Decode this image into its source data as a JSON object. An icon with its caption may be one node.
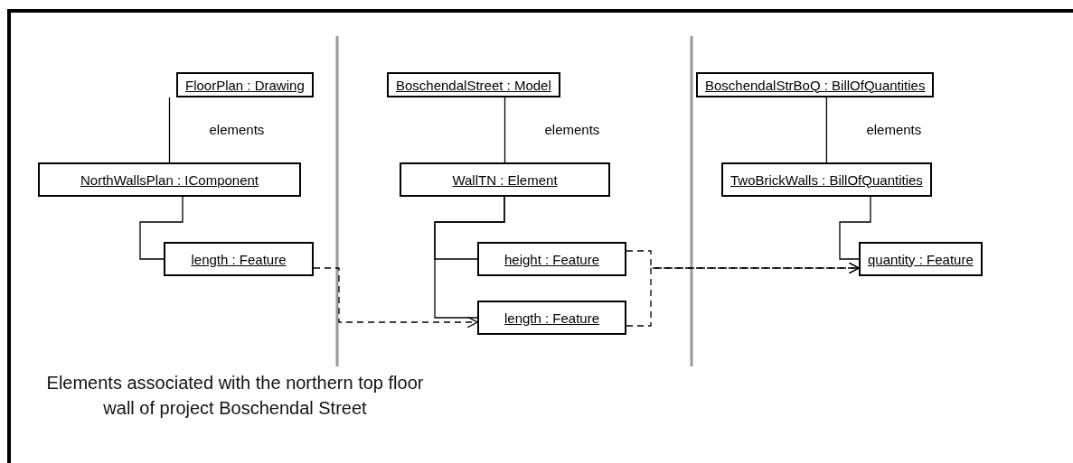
{
  "diagram": {
    "caption": "Elements associated with the northern top floor wall of project Boschendal Street",
    "nodes": [
      {
        "text": [
          "FloorPlan : Drawing"
        ]
      },
      {
        "text": [
          "NorthWallsPlan : IComponent"
        ]
      },
      {
        "text": [
          "length : Feature"
        ]
      },
      {
        "text": [
          "BoschendalStreet : Model"
        ]
      },
      {
        "text": [
          "WallTN : Element"
        ]
      },
      {
        "text": [
          "height : Feature"
        ]
      },
      {
        "text": [
          "length : Feature"
        ]
      },
      {
        "text": [
          "BoschendalStrBoQ : BillOfQuantities"
        ]
      },
      {
        "text": [
          "TwoBrickWalls : BillOfQuantities"
        ]
      },
      {
        "text": [
          "quantity : Feature"
        ]
      }
    ],
    "edges": [
      {
        "from": 0,
        "to": 1,
        "arrow": "none",
        "label": "elements"
      },
      {
        "from": 1,
        "to": 2,
        "arrow": "none"
      },
      {
        "from": 3,
        "to": 4,
        "arrow": "none",
        "label": "elements"
      },
      {
        "from": 4,
        "to": 5,
        "arrow": "none"
      },
      {
        "from": 4,
        "to": 6,
        "arrow": "none"
      },
      {
        "from": 7,
        "to": 8,
        "arrow": "none",
        "label": "elements"
      },
      {
        "from": 8,
        "to": 9,
        "arrow": "none"
      },
      {
        "from": 2,
        "to": 6,
        "arrow": "to",
        "style": "dashed"
      },
      {
        "from": 5,
        "to": 9,
        "arrow": "to",
        "style": "dashed"
      },
      {
        "from": 6,
        "to": 9,
        "arrow": "to",
        "style": "dashed"
      }
    ]
  }
}
